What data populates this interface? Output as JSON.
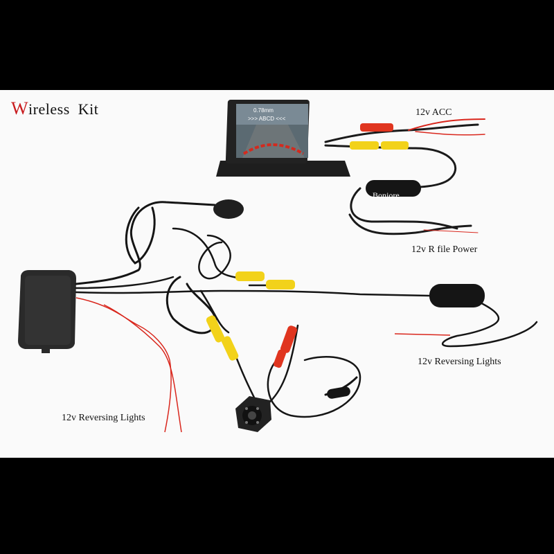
{
  "title": {
    "first_letter": "W",
    "rest": "ireless  Kit"
  },
  "labels": {
    "acc": "12v ACC",
    "rfile_power": "12v R file Power",
    "reversing_right": "12v Reversing Lights",
    "reversing_left": "12v Reversing Lights"
  },
  "monitor": {
    "screen_line1": "0.78mm",
    "screen_line2": ">>> ABCD <<<"
  },
  "watermark": "Bonjore",
  "colors": {
    "title_accent": "#c8191c",
    "rca_yellow": "#f2d21a",
    "rca_red": "#e0351f",
    "wire_red": "#d9261c",
    "cable_black": "#1a1a1a"
  }
}
